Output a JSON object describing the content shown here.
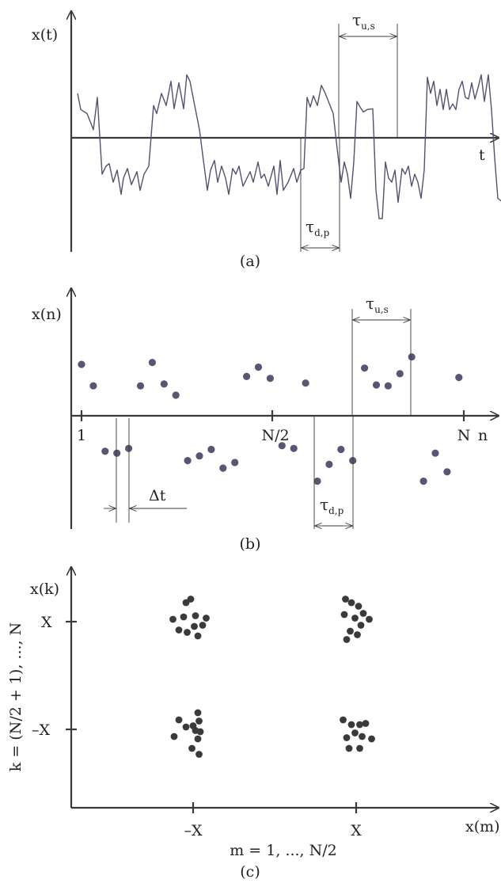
{
  "panel_a": {
    "y_label": "x(t)",
    "x_label": "t",
    "tau_up": {
      "main": "τ",
      "sub": "u,s"
    },
    "tau_down": {
      "main": "τ",
      "sub": "d,p"
    },
    "caption": "(a)",
    "signal": [
      8,
      0.55,
      12,
      0.35,
      20,
      0.3,
      28,
      0.1,
      33,
      0.5,
      39,
      -0.45,
      44,
      -0.35,
      48,
      -0.32,
      53,
      -0.55,
      58,
      -0.4,
      63,
      -0.7,
      66,
      -0.5,
      71,
      -0.38,
      76,
      -0.58,
      83,
      -0.42,
      87,
      -0.65,
      92,
      -0.45,
      98,
      -0.35,
      104,
      0.4,
      108,
      0.3,
      114,
      0.55,
      120,
      0.4,
      126,
      0.7,
      130,
      0.36,
      136,
      0.68,
      142,
      0.36,
      146,
      0.78,
      150,
      0.7,
      157,
      0.35,
      162,
      0.1,
      167,
      -0.28,
      172,
      -0.65,
      176,
      -0.4,
      181,
      -0.28,
      185,
      -0.55,
      190,
      -0.35,
      195,
      -0.5,
      199,
      -0.7,
      204,
      -0.38,
      208,
      -0.45,
      212,
      -0.35,
      217,
      -0.6,
      222,
      -0.5,
      226,
      -0.42,
      230,
      -0.55,
      236,
      -0.3,
      240,
      -0.5,
      244,
      -0.45,
      249,
      -0.6,
      256,
      -0.35,
      260,
      -0.7,
      264,
      -0.28,
      268,
      -0.65,
      274,
      -0.55,
      281,
      -0.38,
      285,
      -0.55,
      290,
      -0.4,
      294,
      -0.38,
      298,
      0.5,
      302,
      0.38,
      306,
      0.52,
      311,
      0.4,
      316,
      0.65,
      321,
      0.55,
      325,
      0.45,
      331,
      0.3,
      335,
      -0.05,
      341,
      -0.55,
      345,
      -0.3,
      349,
      -0.45,
      353,
      -0.75,
      357,
      -0.3,
      361,
      0.45,
      365,
      0.38,
      369,
      0.32,
      374,
      0.35,
      381,
      0.36,
      385,
      -0.65,
      389,
      -1.0,
      393,
      -1.0,
      397,
      -0.3,
      401,
      -0.5,
      405,
      -0.55,
      409,
      -0.4,
      413,
      -0.8,
      418,
      -0.38,
      422,
      -0.45,
      426,
      -0.35,
      430,
      -0.6,
      434,
      -0.45,
      438,
      -0.55,
      442,
      -0.75,
      446,
      -0.4,
      450,
      0.75,
      454,
      0.55,
      458,
      0.7,
      462,
      0.4,
      466,
      0.6,
      470,
      0.35,
      474,
      0.6,
      478,
      0.35,
      482,
      0.42,
      486,
      0.35,
      490,
      0.6,
      494,
      0.7,
      498,
      0.5,
      502,
      0.48,
      506,
      0.68,
      510,
      0.48,
      514,
      0.62,
      518,
      0.78,
      522,
      0.45,
      527,
      0.78,
      531,
      0.35,
      535,
      -0.25,
      539,
      -0.75,
      543,
      -0.78,
      547,
      -0.75,
      551,
      -0.65,
      556,
      -0.5,
      562,
      -0.45,
      567,
      -0.72,
      571,
      -0.6,
      576,
      -0.72,
      580,
      -0.45,
      585,
      0.05,
      589,
      0.62,
      593,
      0.55,
      597,
      0.48
    ]
  },
  "panel_b": {
    "y_label": "x(n)",
    "x_tick_1": "1",
    "x_tick_mid": "N/2",
    "x_tick_n": "N",
    "x_label": "n",
    "delta_t": "Δt",
    "tau_up": {
      "main": "τ",
      "sub": "u,s"
    },
    "tau_down": {
      "main": "τ",
      "sub": "d,p"
    },
    "caption": "(b)",
    "points": [
      [
        1,
        0.55
      ],
      [
        2,
        0.32
      ],
      [
        3,
        -0.38
      ],
      [
        4,
        -0.4
      ],
      [
        5,
        -0.35
      ],
      [
        6,
        0.32
      ],
      [
        7,
        0.57
      ],
      [
        8,
        0.34
      ],
      [
        9,
        0.22
      ],
      [
        10,
        -0.48
      ],
      [
        11,
        -0.43
      ],
      [
        12,
        -0.36
      ],
      [
        13,
        -0.56
      ],
      [
        14,
        -0.5
      ],
      [
        15,
        0.42
      ],
      [
        16,
        0.52
      ],
      [
        17,
        0.4
      ],
      [
        18,
        -0.32
      ],
      [
        19,
        -0.35
      ],
      [
        20,
        0.35
      ],
      [
        21,
        -0.7
      ],
      [
        22,
        -0.52
      ],
      [
        23,
        -0.36
      ],
      [
        24,
        -0.48
      ],
      [
        25,
        0.51
      ],
      [
        26,
        0.33
      ],
      [
        27,
        0.32
      ],
      [
        28,
        0.45
      ],
      [
        29,
        0.63
      ],
      [
        30,
        -0.7
      ],
      [
        31,
        -0.4
      ],
      [
        32,
        -0.6
      ],
      [
        33,
        0.41
      ]
    ]
  },
  "panel_c": {
    "y_label": "x(k)",
    "y_tick_pos": "X",
    "y_tick_neg": "–X",
    "y_axis_label": "k = (N/2 + 1), ..., N",
    "x_tick_neg": "–X",
    "x_tick_pos": "X",
    "x_label": "x(m)",
    "x_axis_label": "m = 1, ..., N/2",
    "caption": "(c)",
    "clusters": [
      {
        "cx": -1,
        "cy": 1,
        "dots": [
          [
            -0.3,
            -0.8
          ],
          [
            -0.1,
            -0.95
          ],
          [
            -0.6,
            0.35
          ],
          [
            -0.25,
            0.45
          ],
          [
            0.05,
            0.2
          ],
          [
            0.2,
            0.6
          ],
          [
            0.4,
            0.15
          ],
          [
            0.1,
            -0.25
          ],
          [
            -0.4,
            -0.2
          ],
          [
            0.55,
            -0.15
          ],
          [
            -0.85,
            -0.1
          ]
        ]
      },
      {
        "cx": 1,
        "cy": 1,
        "dots": [
          [
            -0.45,
            -0.95
          ],
          [
            -0.2,
            -0.8
          ],
          [
            0.1,
            -0.65
          ],
          [
            0.3,
            -0.35
          ],
          [
            0.55,
            -0.1
          ],
          [
            -0.5,
            -0.3
          ],
          [
            -0.05,
            -0.15
          ],
          [
            0.2,
            0.15
          ],
          [
            -0.25,
            0.4
          ],
          [
            0.05,
            0.55
          ],
          [
            -0.4,
            0.75
          ]
        ]
      },
      {
        "cx": -1,
        "cy": -1,
        "dots": [
          [
            -0.6,
            -0.4
          ],
          [
            -0.3,
            -0.1
          ],
          [
            0.0,
            -0.15
          ],
          [
            0.25,
            -0.35
          ],
          [
            0.2,
            -0.7
          ],
          [
            0.1,
            0.05
          ],
          [
            -0.8,
            0.3
          ],
          [
            0.3,
            0.1
          ],
          [
            0.2,
            0.4
          ],
          [
            -0.05,
            0.8
          ],
          [
            0.25,
            1.05
          ]
        ]
      },
      {
        "cx": 1,
        "cy": -1,
        "dots": [
          [
            -0.55,
            -0.4
          ],
          [
            -0.2,
            -0.2
          ],
          [
            0.15,
            -0.2
          ],
          [
            0.4,
            -0.25
          ],
          [
            -0.05,
            0.15
          ],
          [
            0.25,
            0.3
          ],
          [
            -0.4,
            0.35
          ],
          [
            0.65,
            0.4
          ],
          [
            -0.3,
            0.8
          ],
          [
            0.15,
            0.8
          ]
        ]
      }
    ]
  }
}
